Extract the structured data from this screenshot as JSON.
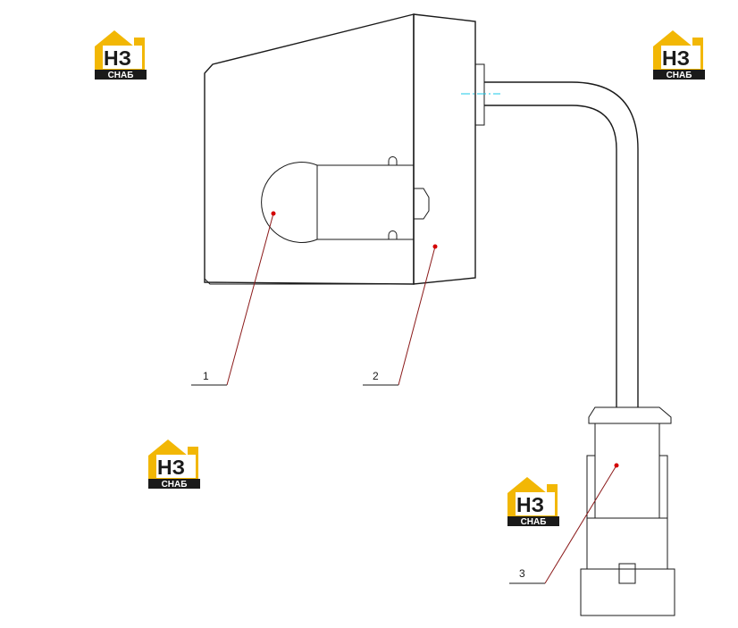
{
  "callouts": [
    {
      "number": "1"
    },
    {
      "number": "2"
    },
    {
      "number": "3"
    }
  ],
  "logo": {
    "letters": "НЗ",
    "caption": "СНАБ",
    "colors": {
      "roof": "#f2b705",
      "body": "#1a1a1a"
    }
  },
  "colors": {
    "outline": "#1a1a1a",
    "leader": "#8b1a1a",
    "marker": "#d40000",
    "centerline": "#18c8e8"
  }
}
